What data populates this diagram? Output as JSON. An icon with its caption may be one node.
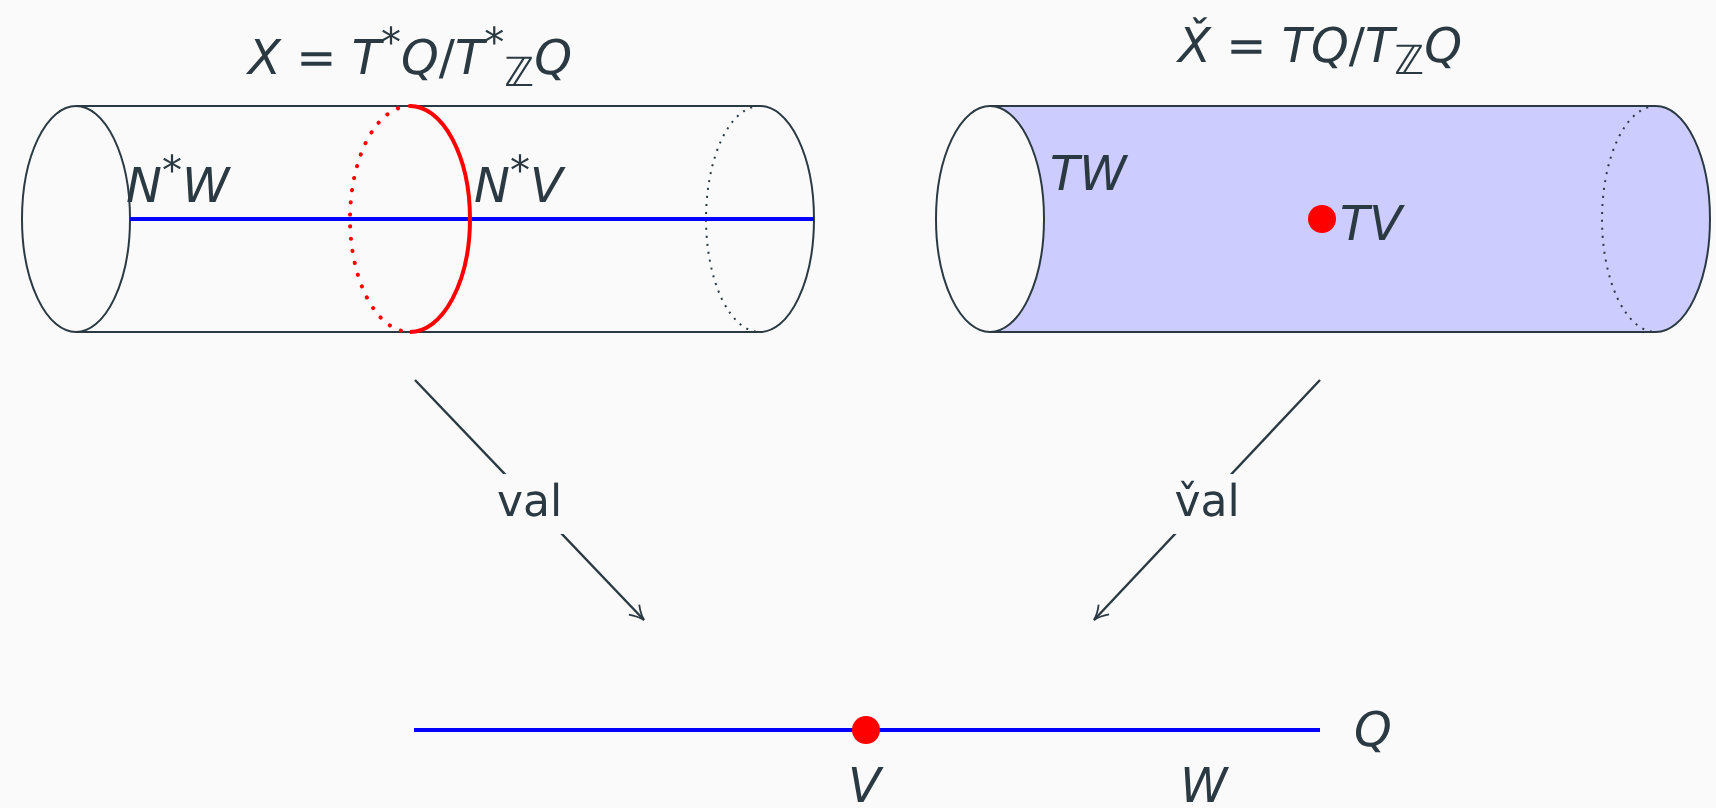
{
  "diagram": {
    "nodes": [
      {
        "text": [
          "*X* = *T*$^{*}$*Q*/*T*$^{*}$$_{ℤ}$*Q*"
        ]
      },
      {
        "text": [
          "*X̌* = *TQ*/*T*$_{ℤ}$*Q*"
        ]
      },
      {
        "text": [],
        "shape": "line",
        "beside": [
          "Q",
          "V",
          "W"
        ]
      }
    ],
    "edges": [
      {
        "from": 0,
        "to": 2,
        "arrow": "to",
        "label": "val"
      },
      {
        "from": 1,
        "to": 2,
        "arrow": "to",
        "label": "v̌al"
      }
    ],
    "labels": [
      "*N*$^{*}$*W*",
      "*N*$^{*}$*V*",
      "TW",
      "TV"
    ]
  }
}
